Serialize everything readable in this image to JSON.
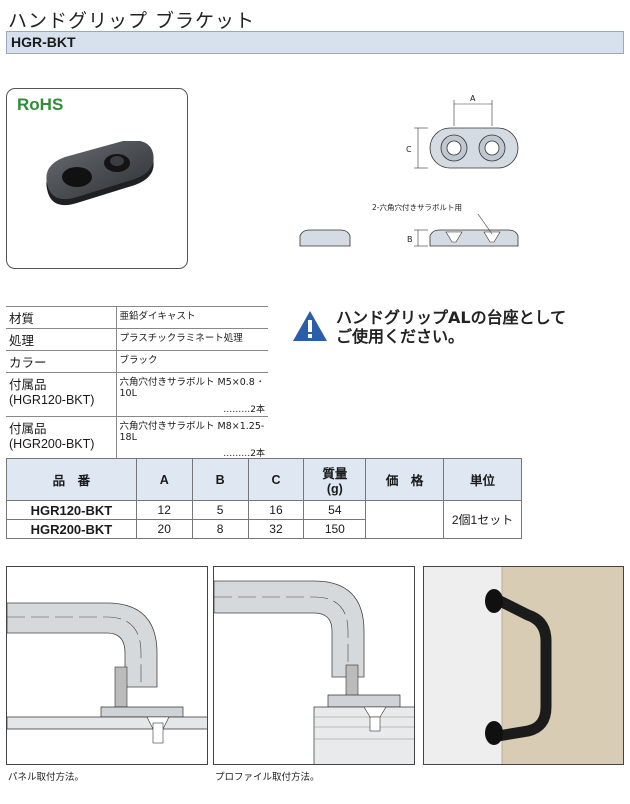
{
  "header": {
    "title": "ハンドグリップ ブラケット",
    "code": "HGR-BKT"
  },
  "photo": {
    "badge": "RoHS"
  },
  "drawing": {
    "dim_a": "A",
    "dim_b": "B",
    "dim_c": "C",
    "note": "2-六角穴付きサラボルト用"
  },
  "spec": {
    "rows": [
      {
        "key": "材質",
        "value": "亜鉛ダイキャスト"
      },
      {
        "key": "処理",
        "value": "プラスチックラミネート処理"
      },
      {
        "key": "カラー",
        "value": "ブラック"
      },
      {
        "key": "付属品",
        "key2": "(HGR120-BKT)",
        "value": "六角穴付きサラボルト M5×0.8 ･10L",
        "qty": "………2本"
      },
      {
        "key": "付属品",
        "key2": "(HGR200-BKT)",
        "value": "六角穴付きサラボルト M8×1.25-18L",
        "qty": "………2本"
      }
    ]
  },
  "notice": {
    "icon": "warning-icon",
    "line1": "ハンドグリップALの台座として",
    "line2": "ご使用ください。"
  },
  "price_table": {
    "headers": {
      "code": "品　番",
      "a": "A",
      "b": "B",
      "c": "C",
      "mass": "質量",
      "mass_unit": "(g)",
      "price": "価　格",
      "unit": "単位"
    },
    "rows": [
      {
        "code": "HGR120-BKT",
        "a": "12",
        "b": "5",
        "c": "16",
        "mass": "54"
      },
      {
        "code": "HGR200-BKT",
        "a": "20",
        "b": "8",
        "c": "32",
        "mass": "150"
      }
    ],
    "unit_value": "2個1セット"
  },
  "captions": {
    "panel": "パネル取付方法。",
    "profile": "プロファイル取付方法。"
  },
  "colors": {
    "header_band": "#d7e1ee",
    "table_header": "#dfe7f2",
    "rohs_green": "#2f8c3a",
    "warning_blue": "#2a5ea8",
    "panel_beige": "#d9ccb5"
  }
}
